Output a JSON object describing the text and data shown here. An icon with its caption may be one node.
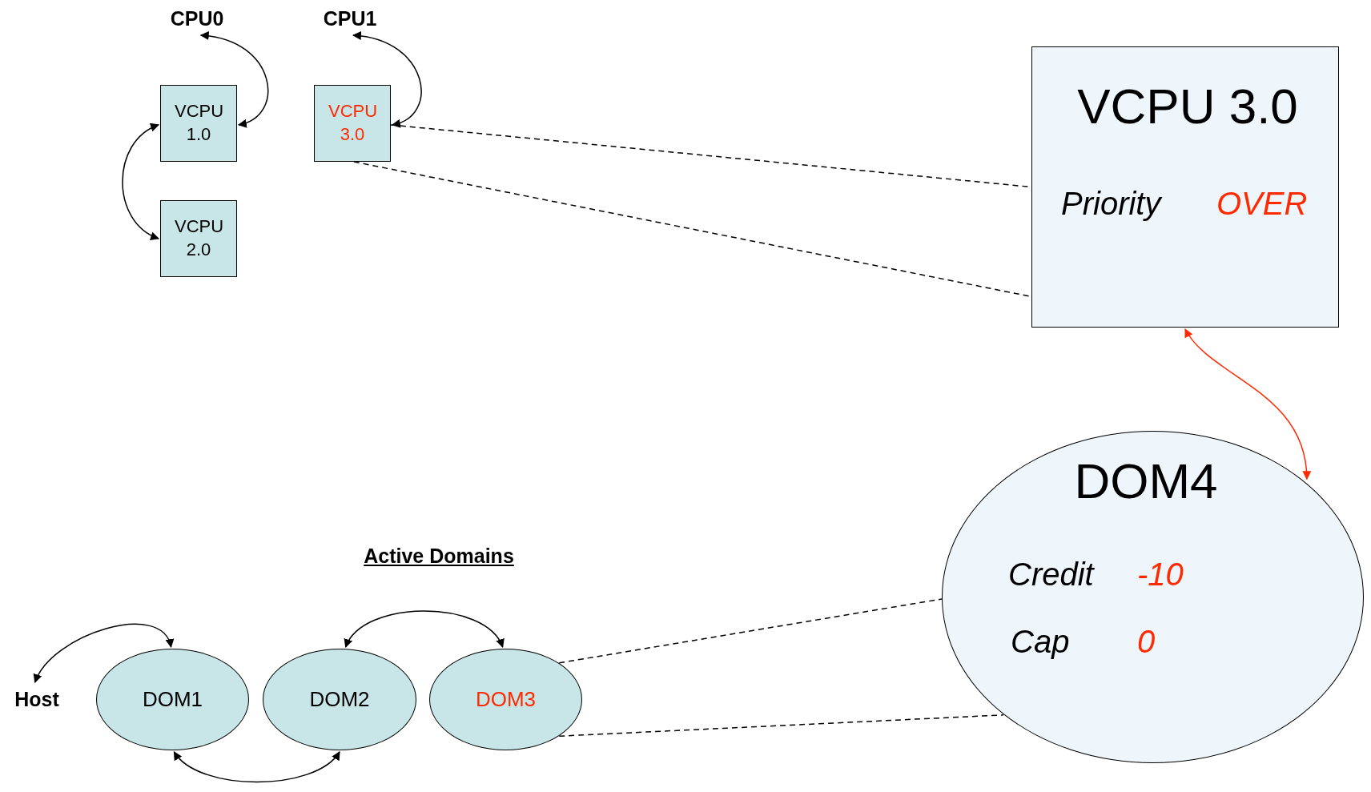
{
  "diagram": {
    "nodes": [
      {
        "text": [
          "CPU0"
        ]
      },
      {
        "text": [
          "CPU1"
        ]
      },
      {
        "text": [
          "VCPU 1.0"
        ]
      },
      {
        "text": [
          "VCPU 3.0"
        ]
      },
      {
        "text": [
          "VCPU 3.0",
          "Priority",
          "OVER"
        ]
      },
      {
        "text": [
          "VCPU 2.0"
        ]
      },
      {
        "text": [
          "DOM4",
          "Credit",
          "-10",
          "Cap",
          "0"
        ]
      },
      {
        "text": [
          "Host"
        ]
      },
      {
        "text": [
          "DOM1"
        ]
      },
      {
        "text": [
          "DOM2"
        ]
      },
      {
        "text": [
          "DOM3"
        ]
      }
    ],
    "edges": [
      {
        "from": 2,
        "to": 0,
        "arrow": "both"
      },
      {
        "from": 3,
        "to": 1,
        "arrow": "both"
      },
      {
        "from": 2,
        "to": 5,
        "arrow": "both"
      },
      {
        "from": 3,
        "to": 4,
        "arrow": "none",
        "style": "dashed"
      },
      {
        "from": 3,
        "to": 4,
        "arrow": "none",
        "style": "dashed"
      },
      {
        "from": 4,
        "to": 6,
        "arrow": "both",
        "color": "#ff2a00"
      },
      {
        "from": 8,
        "to": 7,
        "arrow": "both"
      },
      {
        "from": 9,
        "to": 10,
        "arrow": "both"
      },
      {
        "from": 8,
        "to": 9,
        "arrow": "both"
      },
      {
        "from": 10,
        "to": 6,
        "arrow": "none",
        "style": "dashed"
      },
      {
        "from": 10,
        "to": 6,
        "arrow": "none",
        "style": "dashed"
      }
    ],
    "labels": [
      "Active Domains"
    ]
  }
}
